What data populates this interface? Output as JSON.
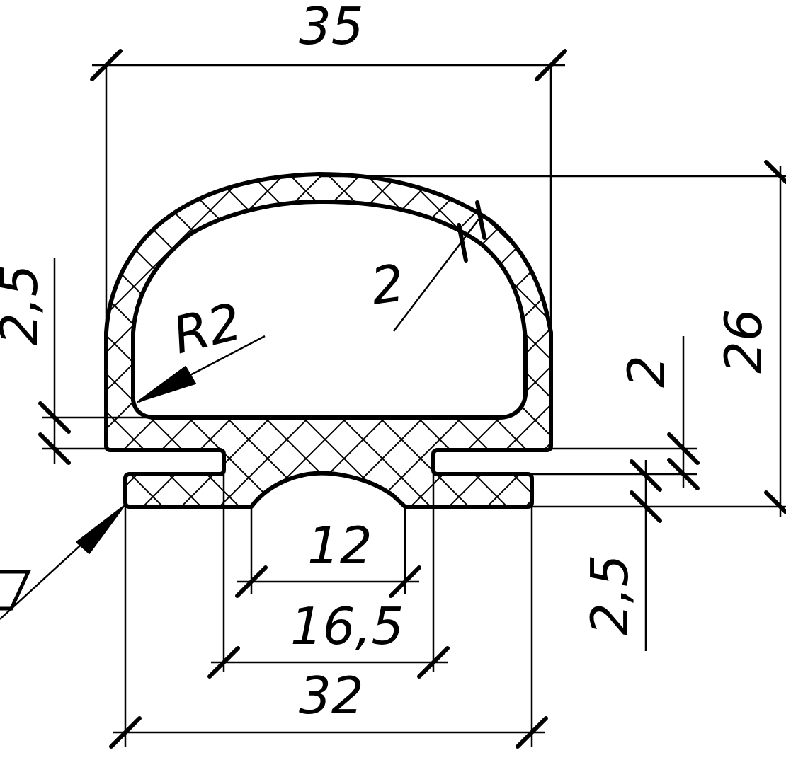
{
  "drawing": {
    "dimensions": {
      "overall_width": "35",
      "overall_height": "26",
      "wall_thickness": "2",
      "inner_radius": "R2",
      "left_step": "2,5",
      "right_gap": "2",
      "foot_height": "2,5",
      "groove_width": "12",
      "slot_width": "16,5",
      "inner_span": "32"
    }
  }
}
